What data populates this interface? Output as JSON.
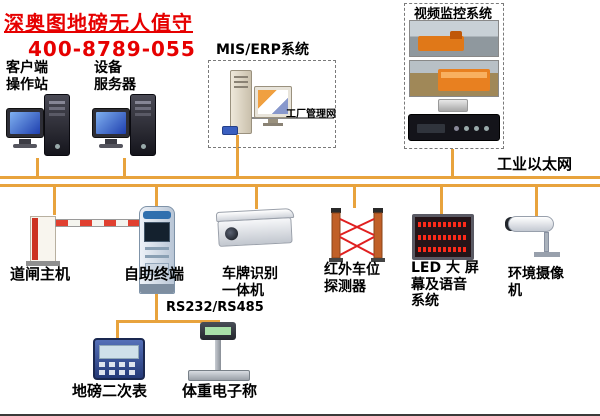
{
  "header": {
    "title": "深奥图地磅无人值守",
    "phone": "400-8789-055"
  },
  "network": {
    "ethernet_label": "工业以太网",
    "serial_label": "RS232/RS485"
  },
  "mis_group": {
    "title": "MIS/ERP系统",
    "factory_net_label": "工厂管理网"
  },
  "video_group": {
    "title": "视频监控系统"
  },
  "devices": {
    "client_station": {
      "label": "客户端\n操作站"
    },
    "device_server": {
      "label": "设备\n服务器"
    },
    "barrier_gate": {
      "label": "道闸主机"
    },
    "kiosk": {
      "label": "自助终端"
    },
    "lpr_camera": {
      "label": "车牌识别\n一体机"
    },
    "infrared_detector": {
      "label": "红外车位\n探测器"
    },
    "led_screen": {
      "label": "LED 大 屏\n幕及语音\n系统"
    },
    "env_camera": {
      "label": "环境摄像\n机"
    },
    "weighbridge_indicator": {
      "label": "地磅二次表"
    },
    "electronic_scale": {
      "label": "体重电子称"
    }
  },
  "colors": {
    "accent_red": "#e60000",
    "bus_line": "#e8a33d",
    "led_red": "#ff2a1a"
  }
}
